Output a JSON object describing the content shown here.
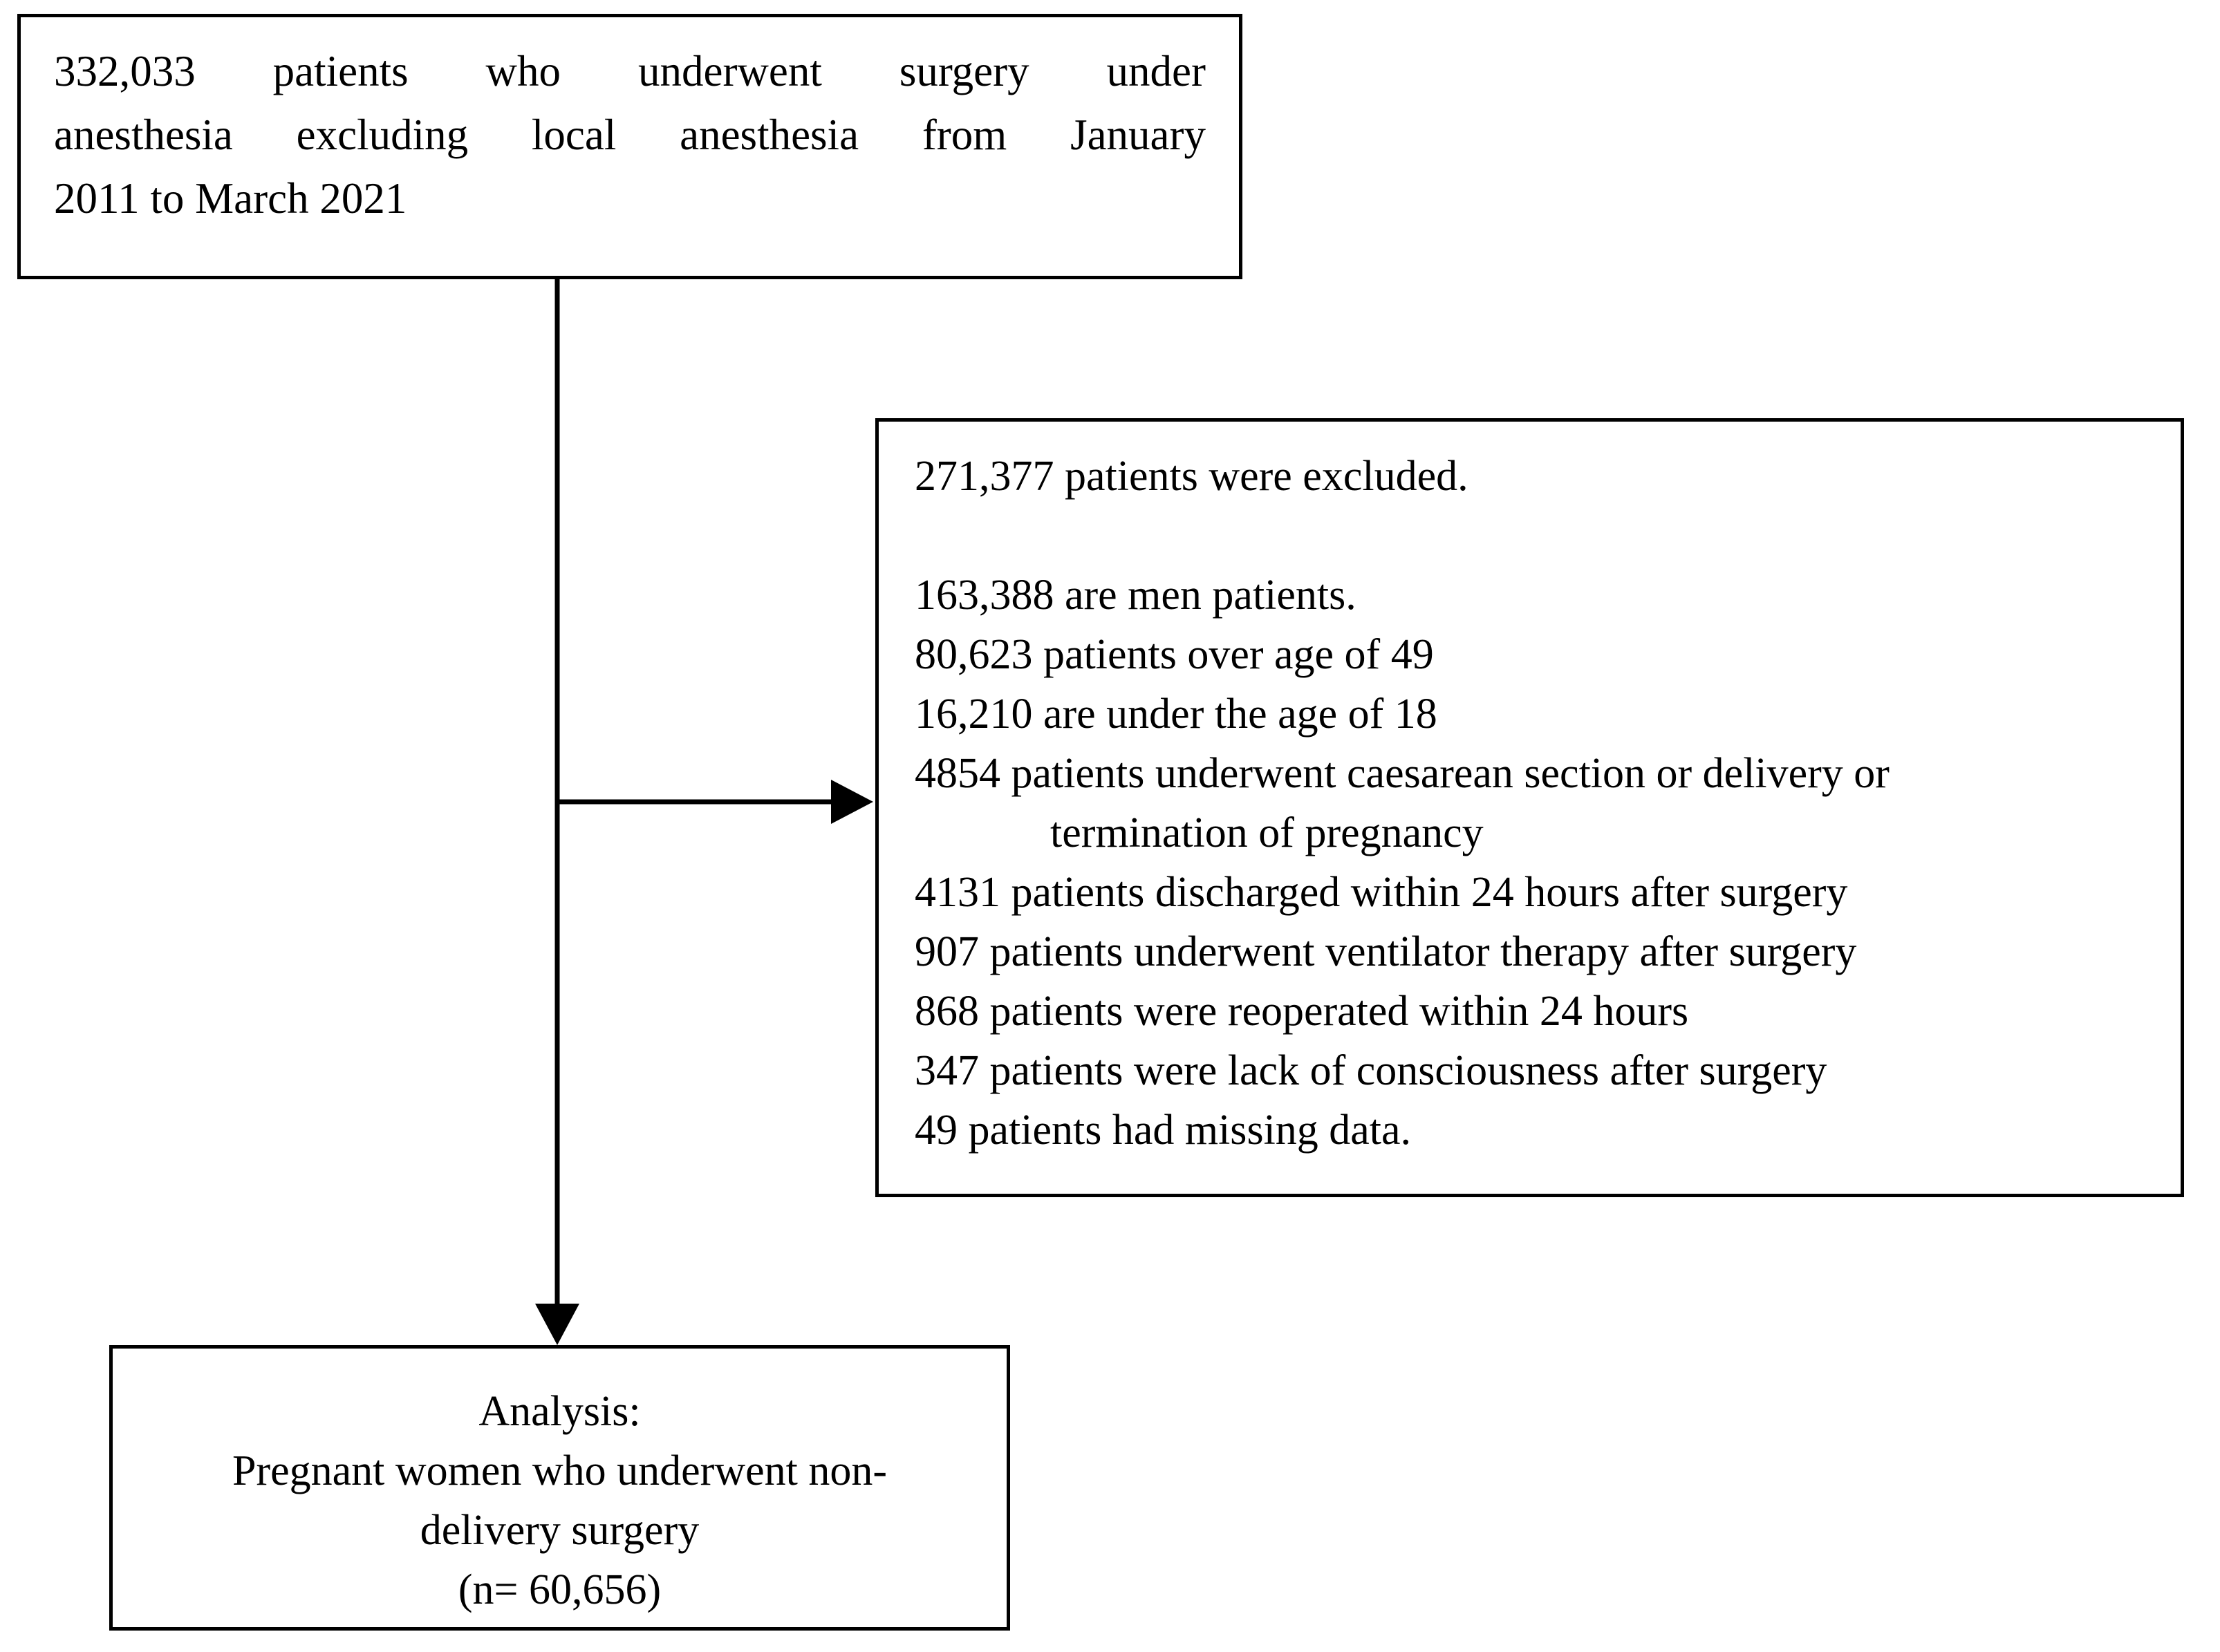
{
  "colors": {
    "background": "#ffffff",
    "line_color": "#000000",
    "text_color": "#000000"
  },
  "top_box": {
    "full_text": "332,033 patients who underwent surgery under anesthesia excluding local anesthesia from January 2011 to March 2021",
    "lines": [
      "332,033 patients who underwent surgery under",
      "anesthesia excluding local anesthesia from January",
      "2011 to March 2021"
    ]
  },
  "exclusion_box": {
    "title": "271,377 patients were excluded.",
    "items": [
      "163,388 are men patients.",
      "80,623 patients over age of 49",
      "16,210 are under the age of 18",
      "4854 patients underwent caesarean section or delivery or",
      "termination of pregnancy",
      "4131 patients discharged within 24 hours after surgery",
      "907 patients underwent ventilator therapy after surgery",
      "868 patients were reoperated within 24 hours",
      "347 patients were lack of consciousness after surgery",
      "49 patients had missing data."
    ]
  },
  "analysis_box": {
    "lines": [
      "Analysis:",
      "Pregnant women who underwent non-",
      "delivery surgery",
      "(n= 60,656)"
    ]
  }
}
